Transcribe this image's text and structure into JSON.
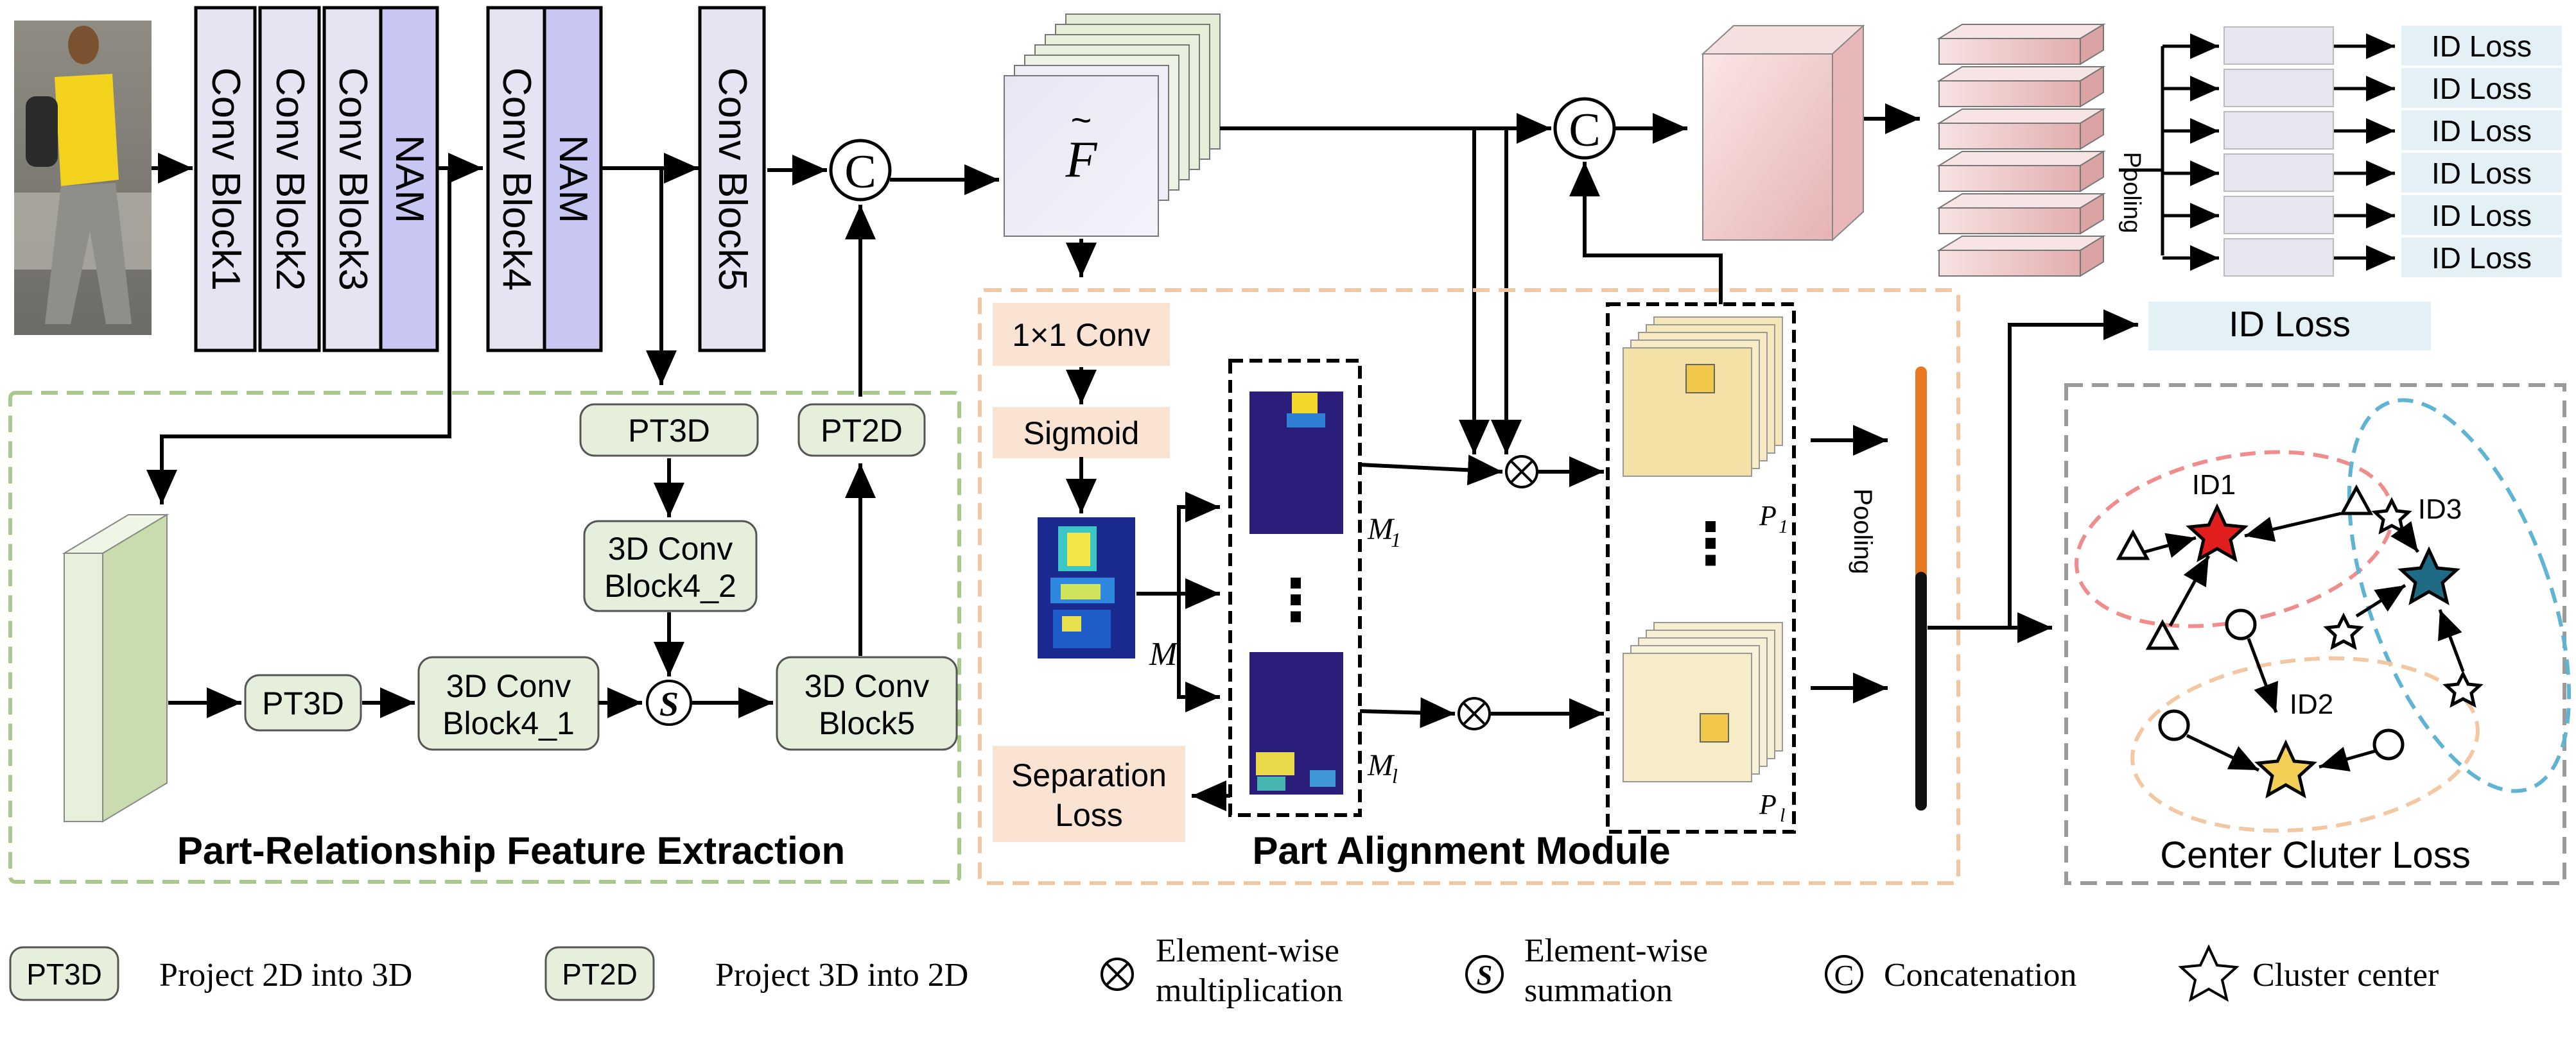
{
  "backbone": {
    "blocks": [
      "Conv Block1",
      "Conv Block2",
      "Conv Block3",
      "NAM",
      "Conv Block4",
      "NAM",
      "Conv Block5"
    ]
  },
  "feature_symbol": "F",
  "part_relationship": {
    "title": "Part-Relationship Feature Extraction",
    "pt3d_top": "PT3D",
    "pt2d_top": "PT2D",
    "conv4_2": [
      "3D Conv",
      "Block4_2"
    ],
    "pt3d_bottom": "PT3D",
    "conv4_1": [
      "3D Conv",
      "Block4_1"
    ],
    "sum_symbol": "S",
    "conv5": [
      "3D Conv",
      "Block5"
    ]
  },
  "part_alignment": {
    "title": "Part Alignment Module",
    "conv1x1": "1×1 Conv",
    "sigmoid": "Sigmoid",
    "separation_loss": [
      "Separation",
      "Loss"
    ],
    "mask_label": "M",
    "mask_1": "M",
    "mask_1_sub": "1",
    "mask_l": "M",
    "mask_l_sub": "l",
    "part_1": "P",
    "part_1_sub": "1",
    "part_l": "P",
    "part_l_sub": "l",
    "pooling": "Pooling",
    "dots": "⋮"
  },
  "global_branch": {
    "pooling": "Pooling",
    "id_losses": [
      "ID Loss",
      "ID Loss",
      "ID Loss",
      "ID Loss",
      "ID Loss",
      "ID Loss"
    ],
    "id_loss_main": "ID Loss"
  },
  "center_cluster": {
    "title": "Center Cluter Loss",
    "ids": [
      "ID1",
      "ID2",
      "ID3"
    ]
  },
  "legend": [
    {
      "key": "PT3D",
      "text": [
        "Project 2D into 3D"
      ]
    },
    {
      "key": "PT2D",
      "text": [
        "Project 3D into 2D"
      ]
    },
    {
      "key": "otimes",
      "text": [
        "Element-wise",
        "multiplication"
      ]
    },
    {
      "key": "S",
      "text": [
        "Element-wise",
        "summation"
      ]
    },
    {
      "key": "C",
      "text": [
        "Concatenation"
      ]
    },
    {
      "key": "star",
      "text": [
        "Cluster center"
      ]
    }
  ],
  "colors": {
    "conv_block": "#e6e4f2",
    "nam": "#c8c6f2",
    "pt_box": "#e6efdc",
    "pa_box": "#fbe3d4",
    "green_dash": "#a9c98a",
    "orange_dash": "#f3c7a2",
    "id_loss_box": "#e3f0f5",
    "gray_dash": "#9a9a9a"
  }
}
